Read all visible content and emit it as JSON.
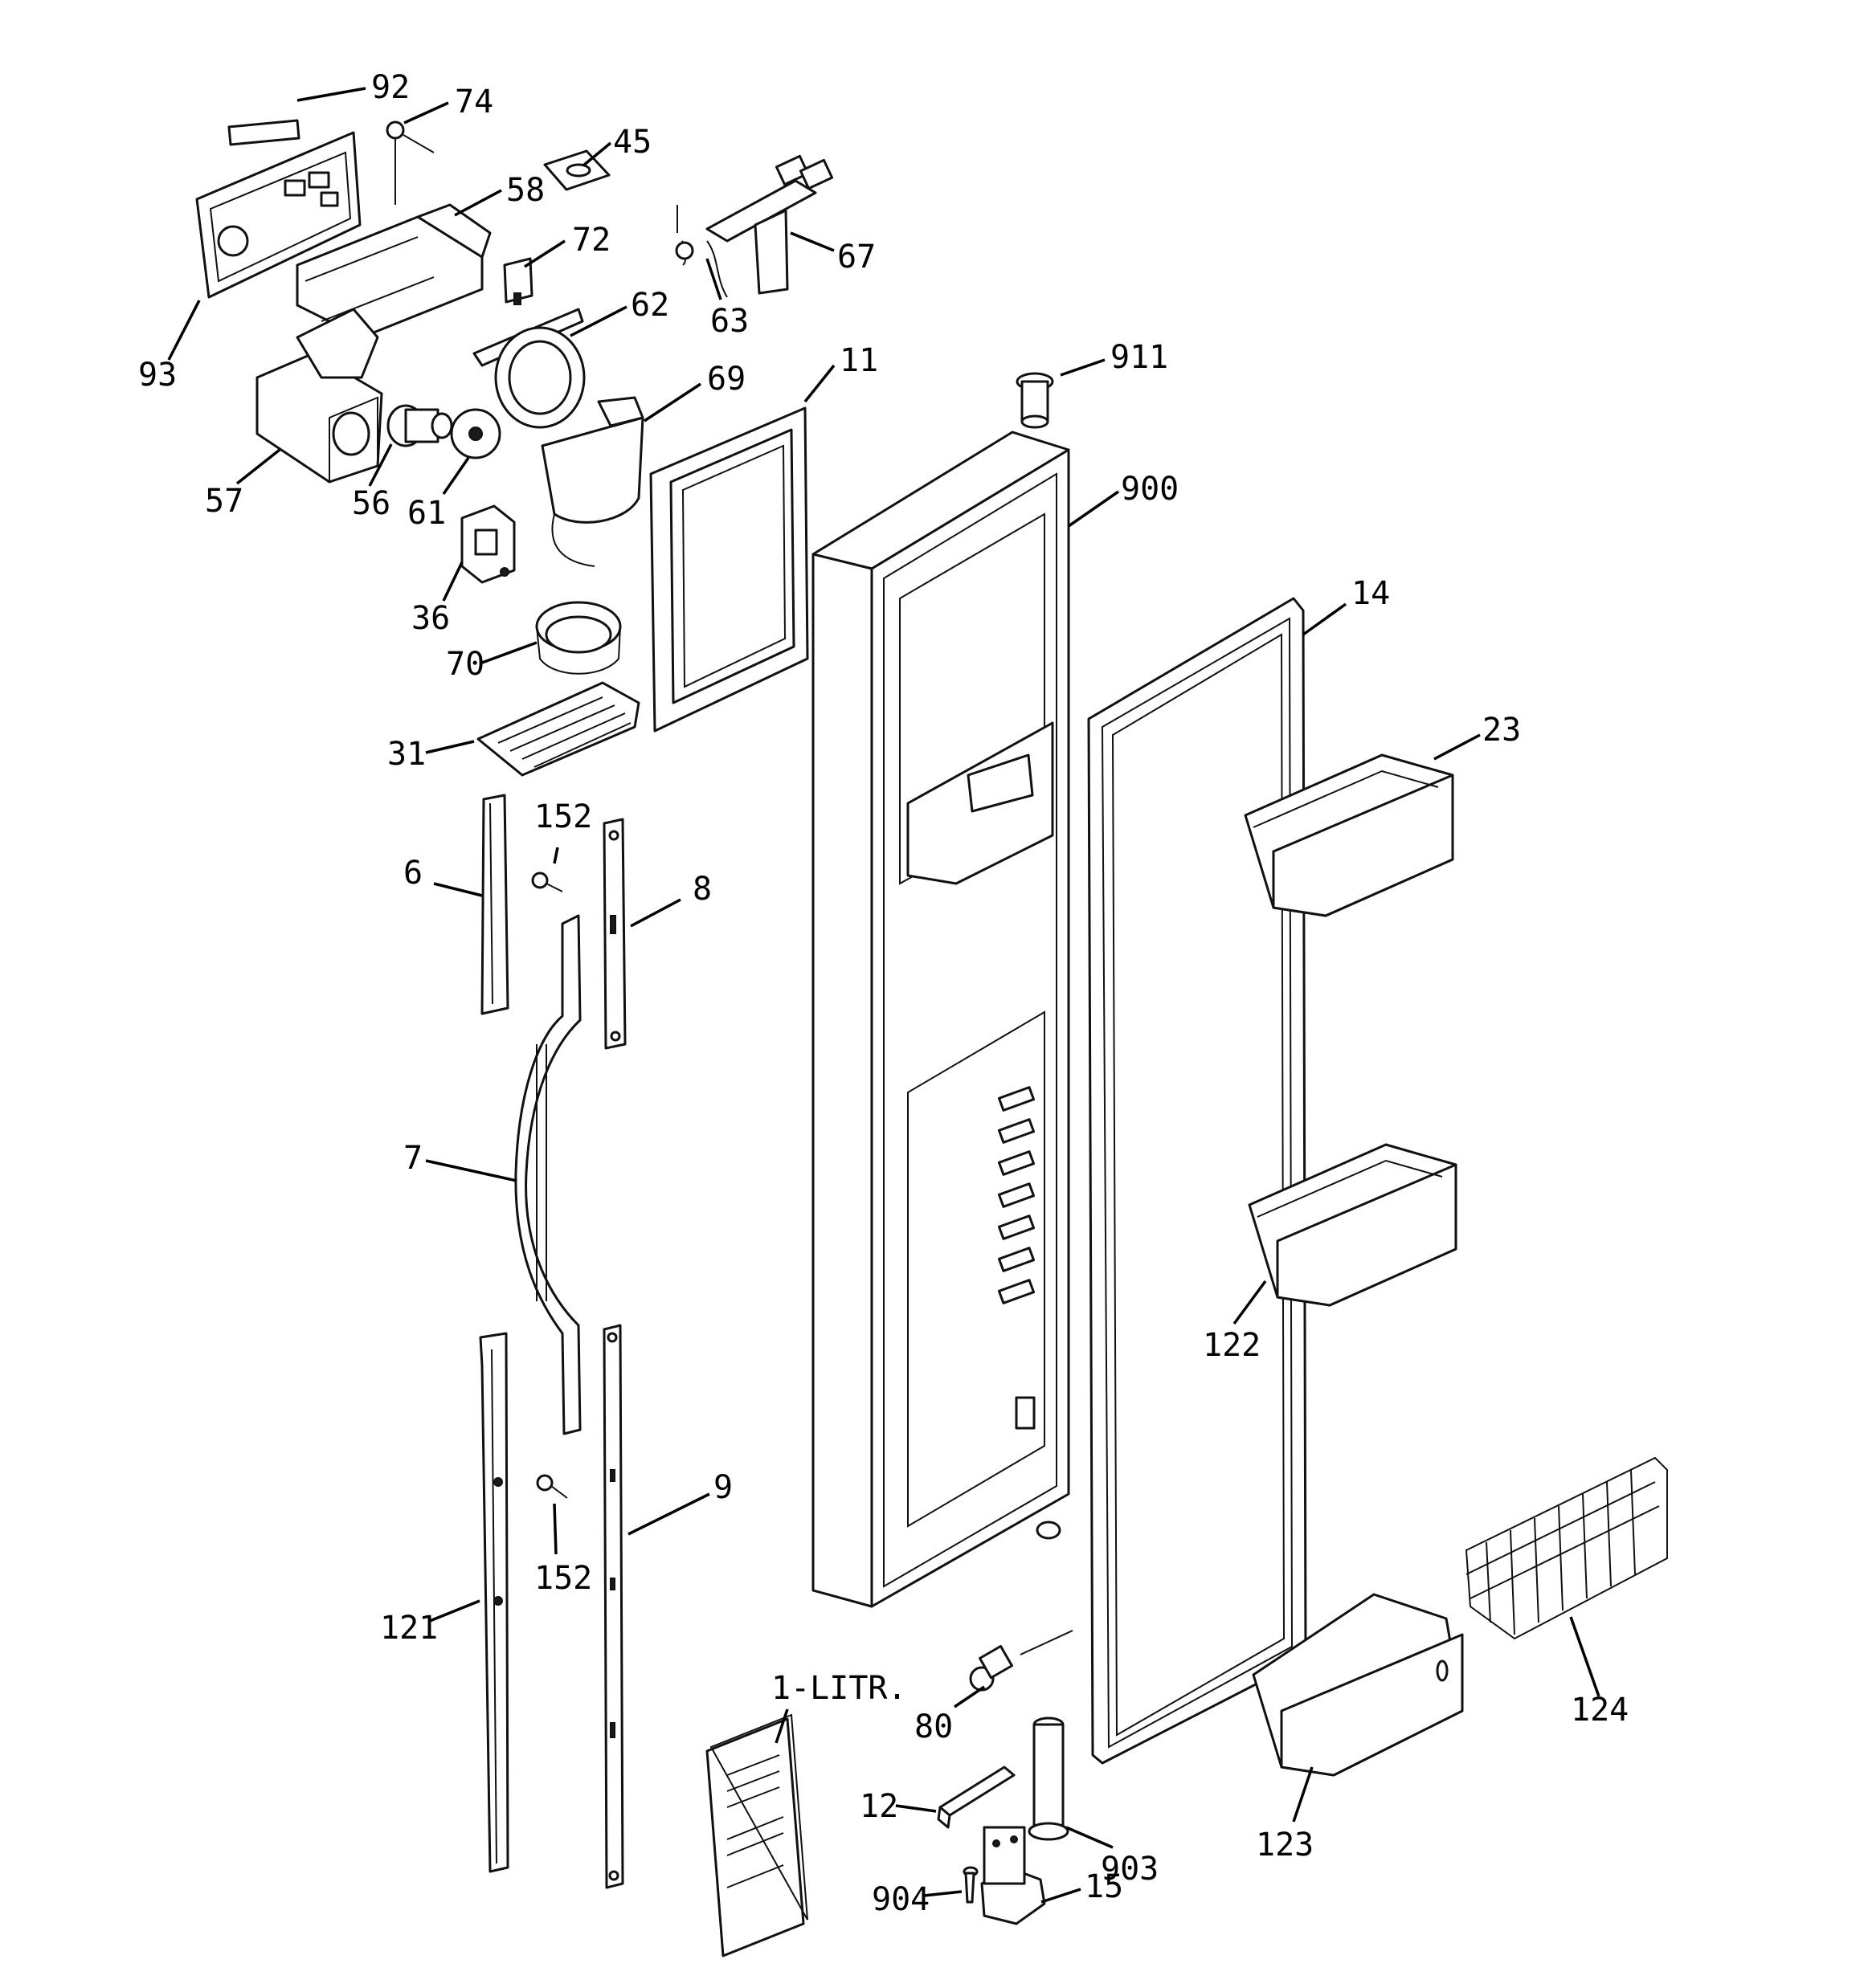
{
  "diagram": {
    "background": "#ffffff",
    "line_color": "#111111",
    "callouts": [
      {
        "id": "c92",
        "text": "92"
      },
      {
        "id": "c74",
        "text": "74"
      },
      {
        "id": "c45",
        "text": "45"
      },
      {
        "id": "c58",
        "text": "58"
      },
      {
        "id": "c72",
        "text": "72"
      },
      {
        "id": "c67",
        "text": "67"
      },
      {
        "id": "c63",
        "text": "63"
      },
      {
        "id": "c62",
        "text": "62"
      },
      {
        "id": "c93",
        "text": "93"
      },
      {
        "id": "c911",
        "text": "911"
      },
      {
        "id": "c11",
        "text": "11"
      },
      {
        "id": "c69",
        "text": "69"
      },
      {
        "id": "c57",
        "text": "57"
      },
      {
        "id": "c56",
        "text": "56"
      },
      {
        "id": "c61",
        "text": "61"
      },
      {
        "id": "c900",
        "text": "900"
      },
      {
        "id": "c36",
        "text": "36"
      },
      {
        "id": "c14",
        "text": "14"
      },
      {
        "id": "c70",
        "text": "70"
      },
      {
        "id": "c23",
        "text": "23"
      },
      {
        "id": "c31",
        "text": "31"
      },
      {
        "id": "c152a",
        "text": "152"
      },
      {
        "id": "c6",
        "text": "6"
      },
      {
        "id": "c8",
        "text": "8"
      },
      {
        "id": "c7",
        "text": "7"
      },
      {
        "id": "c122",
        "text": "122"
      },
      {
        "id": "c9",
        "text": "9"
      },
      {
        "id": "c152b",
        "text": "152"
      },
      {
        "id": "c121",
        "text": "121"
      },
      {
        "id": "c124",
        "text": "124"
      },
      {
        "id": "c1litr",
        "text": "1-LITR."
      },
      {
        "id": "c80",
        "text": "80"
      },
      {
        "id": "c12",
        "text": "12"
      },
      {
        "id": "c903",
        "text": "903"
      },
      {
        "id": "c123",
        "text": "123"
      },
      {
        "id": "c904",
        "text": "904"
      },
      {
        "id": "c15",
        "text": "15"
      }
    ]
  }
}
